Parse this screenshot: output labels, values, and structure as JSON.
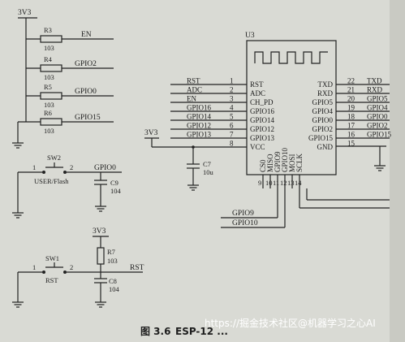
{
  "power": {
    "net_3v3": "3V3"
  },
  "pullups": [
    {
      "ref": "R3",
      "value": "103",
      "net": "EN"
    },
    {
      "ref": "R4",
      "value": "103",
      "net": "GPIO2"
    },
    {
      "ref": "R5",
      "value": "103",
      "net": "GPIO0"
    },
    {
      "ref": "R6",
      "value": "103",
      "net": "GPIO15"
    }
  ],
  "switches": {
    "sw2": {
      "ref": "SW2",
      "label": "USER/Flash",
      "pin1": "1",
      "pin2": "2",
      "net": "GPIO0"
    },
    "sw1": {
      "ref": "SW1",
      "label": "RST",
      "pin1": "1",
      "pin2": "2",
      "net": "RST"
    }
  },
  "caps": {
    "c9": {
      "ref": "C9",
      "value": "104"
    },
    "c8": {
      "ref": "C8",
      "value": "104"
    },
    "c7": {
      "ref": "C7",
      "value": "10u"
    }
  },
  "resistor_r7": {
    "ref": "R7",
    "value": "103"
  },
  "module": {
    "ref": "U3",
    "left_pins": [
      {
        "net": "RST",
        "num": "1",
        "name": "RST"
      },
      {
        "net": "ADC",
        "num": "2",
        "name": "ADC"
      },
      {
        "net": "EN",
        "num": "3",
        "name": "CH_PD"
      },
      {
        "net": "GPIO16",
        "num": "4",
        "name": "GPIO16"
      },
      {
        "net": "GPIO14",
        "num": "5",
        "name": "GPIO14"
      },
      {
        "net": "GPIO12",
        "num": "6",
        "name": "GPIO12"
      },
      {
        "net": "GPIO13",
        "num": "7",
        "name": "GPIO13"
      },
      {
        "net": "",
        "num": "8",
        "name": "VCC"
      }
    ],
    "right_pins": [
      {
        "net": "TXD",
        "num": "22",
        "name": "TXD"
      },
      {
        "net": "RXD",
        "num": "21",
        "name": "RXD"
      },
      {
        "net": "GPIO5",
        "num": "20",
        "name": "GPIO5"
      },
      {
        "net": "GPIO4",
        "num": "19",
        "name": "GPIO4"
      },
      {
        "net": "GPIO0",
        "num": "18",
        "name": "GPIO0"
      },
      {
        "net": "GPIO2",
        "num": "17",
        "name": "GPIO2"
      },
      {
        "net": "GPIO15",
        "num": "16",
        "name": "GPIO15"
      },
      {
        "net": "",
        "num": "15",
        "name": "GND"
      }
    ],
    "bottom_pins": [
      {
        "num": "9",
        "name": "CS0"
      },
      {
        "num": "10",
        "name": "MISO"
      },
      {
        "num": "11",
        "name": "GPIO9"
      },
      {
        "num": "12",
        "name": "GPIO10"
      },
      {
        "num": "13",
        "name": "MOSI"
      },
      {
        "num": "14",
        "name": "SCLK"
      }
    ],
    "bottom_nets": {
      "gpio9": "GPIO9",
      "gpio10": "GPIO10"
    }
  },
  "caption": {
    "figure": "图 3.6",
    "title": "ESP-12 ..."
  },
  "watermark": "https://掘金技术社区@机器学习之心AI"
}
